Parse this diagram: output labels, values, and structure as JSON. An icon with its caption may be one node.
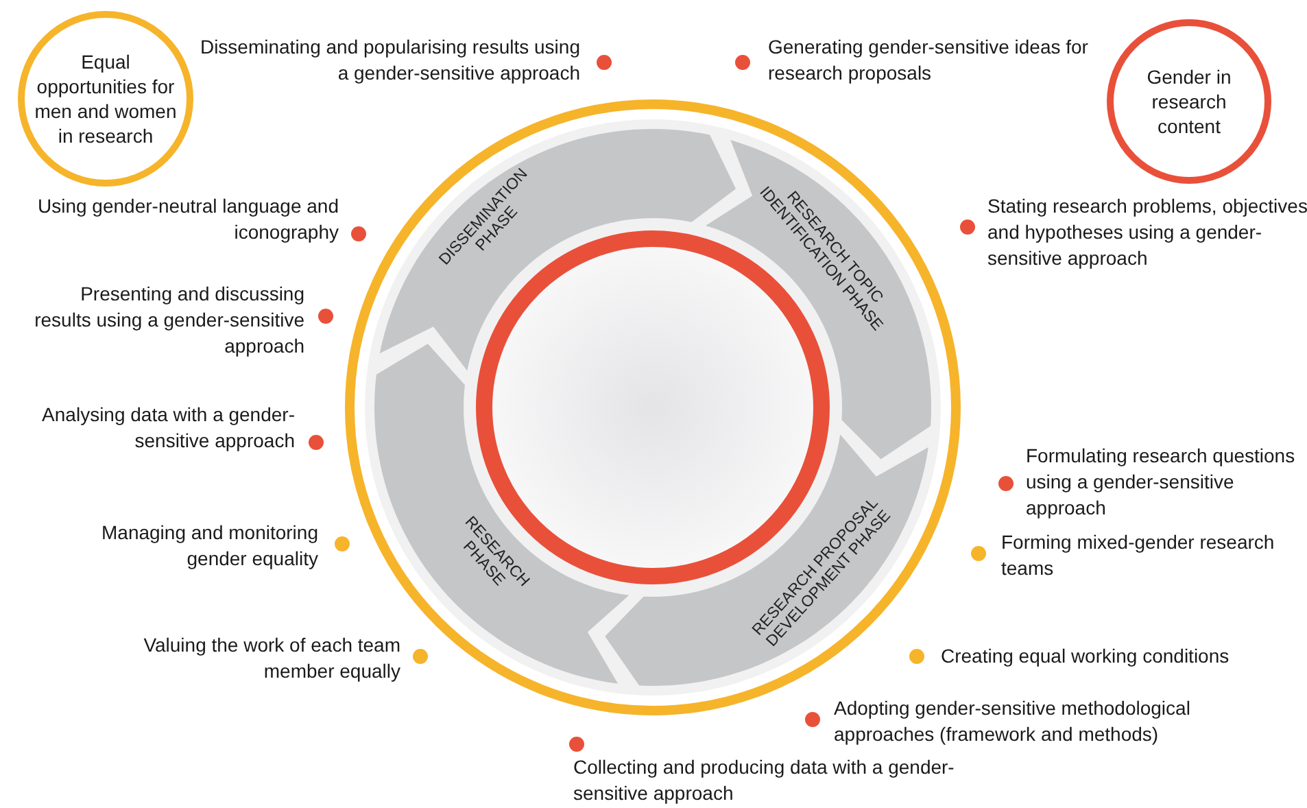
{
  "diagram": {
    "nodes": [
      {
        "text": [
          "RESEARCH TOPIC IDENTIFICATION PHASE"
        ]
      },
      {
        "text": [
          "RESEARCH PROPOSAL DEVELOPMENT PHASE"
        ]
      },
      {
        "text": [
          "RESEARCH PHASE"
        ]
      },
      {
        "text": [
          "DISSEMINATION PHASE"
        ]
      }
    ],
    "edges": [],
    "labels": [
      "Disseminating and popularising results using a gender-sensitive approach",
      "Generating gender-sensitive ideas for research proposals",
      "Using gender-neutral language and iconography",
      "Stating research problems, objectives and hypotheses using a gender-sensitive approach",
      "Presenting and discussing results using a gender-sensitive approach",
      "Analysing data with a gender-sensitive approach",
      "Formulating research questions using a gender-sensitive approach",
      "Managing and monitoring gender equality",
      "Forming mixed-gender research teams",
      "Valuing the work of each team member equally",
      "Creating equal working conditions",
      "Adopting gender-sensitive methodological approaches (framework and methods)",
      "Collecting and producing data with a gender-sensitive approach"
    ],
    "legend": [
      {
        "text": "Equal opportunities for men and women in research",
        "color": "#f6b42a"
      },
      {
        "text": "Gender in research content",
        "color": "#e9503a"
      }
    ]
  }
}
